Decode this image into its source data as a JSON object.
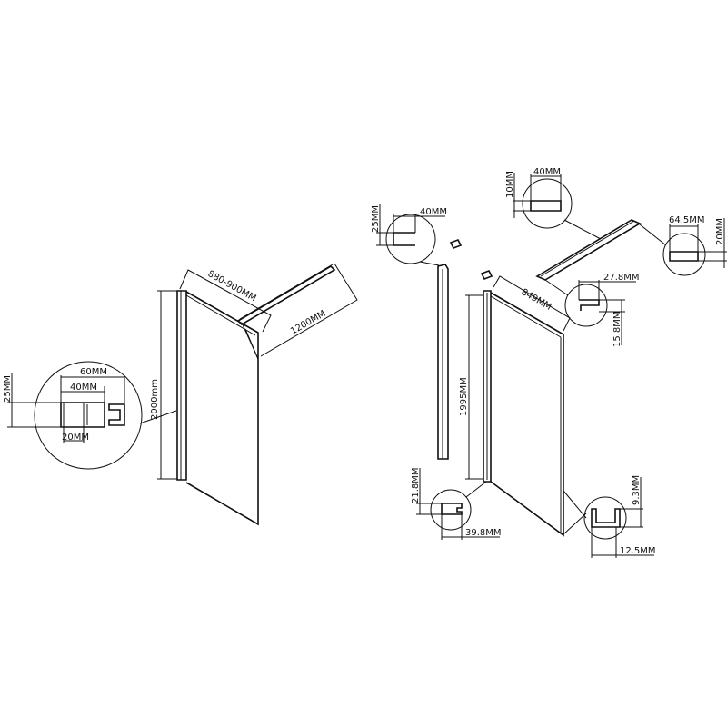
{
  "left_assembly": {
    "width_range": "880-900MM",
    "bar_length": "1200MM",
    "height": "2000mm",
    "detail": {
      "width_total": "60MM",
      "width_profile": "40MM",
      "depth": "25MM",
      "gap": "20MM"
    }
  },
  "right_assembly": {
    "panel_width": "849MM",
    "panel_height": "1995MM",
    "wall_profile": {
      "depth": "25MM",
      "width": "40MM"
    },
    "bar_section": {
      "height": "10MM",
      "width": "40MM"
    },
    "bar_end": {
      "width": "64.5MM",
      "height": "20MM"
    },
    "bar_clamp": {
      "width": "27.8MM",
      "height": "15.8MM"
    },
    "bottom_profile": {
      "height": "21.8MM",
      "width": "39.8MM"
    },
    "floor_channel": {
      "height": "9.3MM",
      "width": "12.5MM"
    }
  }
}
